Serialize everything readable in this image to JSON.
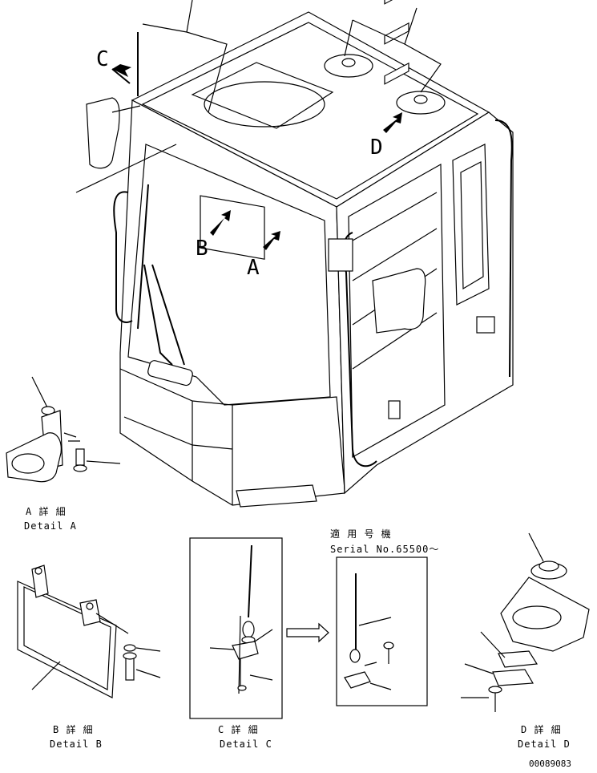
{
  "callouts": {
    "a": "A",
    "b": "B",
    "c": "C",
    "d": "D"
  },
  "details": {
    "a": {
      "jp": "A 詳 細",
      "en": "Detail A"
    },
    "b": {
      "jp": "B 詳 細",
      "en": "Detail B"
    },
    "c": {
      "jp": "C 詳 細",
      "en": "Detail C"
    },
    "d": {
      "jp": "D 詳 細",
      "en": "Detail D"
    }
  },
  "serial_note": {
    "jp": "適 用 号 機",
    "en": "Serial No.65500～"
  },
  "drawing_number": "00089083"
}
